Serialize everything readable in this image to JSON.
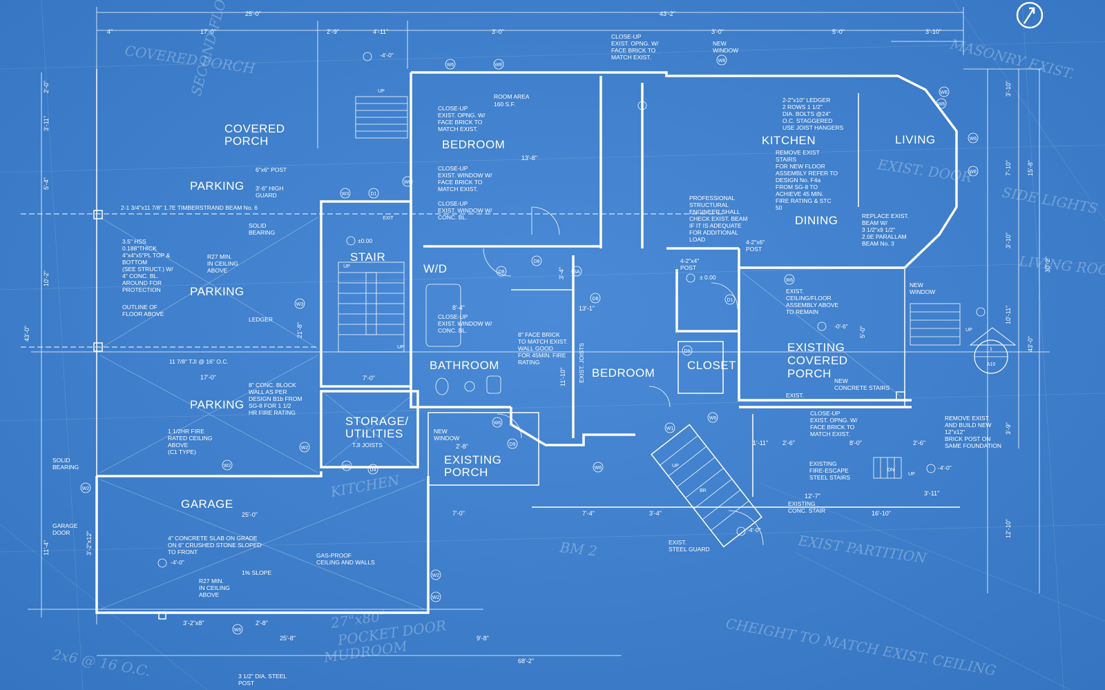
{
  "rooms": [
    {
      "id": "covered-porch",
      "label": "COVERED PORCH",
      "lines": [
        "COVERED",
        "PORCH"
      ]
    },
    {
      "id": "parking-1",
      "label": "PARKING"
    },
    {
      "id": "parking-2",
      "label": "PARKING"
    },
    {
      "id": "parking-3",
      "label": "PARKING"
    },
    {
      "id": "garage",
      "label": "GARAGE"
    },
    {
      "id": "stair",
      "label": "STAIR"
    },
    {
      "id": "storage",
      "label": "STORAGE/ UTILITIES",
      "lines": [
        "STORAGE/",
        "UTILITIES"
      ]
    },
    {
      "id": "bedroom-1",
      "label": "BEDROOM"
    },
    {
      "id": "bedroom-2",
      "label": "BEDROOM"
    },
    {
      "id": "wd",
      "label": "W/D"
    },
    {
      "id": "bathroom",
      "label": "BATHROOM"
    },
    {
      "id": "existing-porch",
      "label": "EXISTING PORCH",
      "lines": [
        "EXISTING",
        "PORCH"
      ]
    },
    {
      "id": "kitchen",
      "label": "KITCHEN"
    },
    {
      "id": "living",
      "label": "LIVING"
    },
    {
      "id": "dining",
      "label": "DINING"
    },
    {
      "id": "closet",
      "label": "CLOSET"
    },
    {
      "id": "existing-covered-porch",
      "label": "EXISTING COVERED PORCH",
      "lines": [
        "EXISTING",
        "COVERED",
        "PORCH"
      ]
    }
  ],
  "notes": {
    "room_area": [
      "ROOM AREA",
      "160 S.F."
    ],
    "close_up_1": [
      "CLOSE-UP",
      "EXIST. OPNG. W/",
      "FACE BRICK TO",
      "MATCH EXIST."
    ],
    "close_up_2": [
      "CLOSE-UP",
      "EXIST. WINDOW W/",
      "FACE BRICK TO",
      "MATCH EXIST."
    ],
    "close_up_3": [
      "CLOSE-UP",
      "EXIST. WINDOW W/",
      "CONC. BL."
    ],
    "close_up_4": [
      "CLOSE-UP",
      "EXIST. WINDOW W/",
      "CONC. BL."
    ],
    "close_up_top": [
      "CLOSE-UP",
      "EXIST. OPNG. W/",
      "FACE BRICK TO",
      "MATCH EXIST."
    ],
    "close_up_right": [
      "CLOSE-UP",
      "EXIST. OPNG. W/",
      "FACE BRICK TO",
      "MATCH EXIST."
    ],
    "ledger": [
      "2-2\"x10\" LEDGER",
      "2 ROWS 1 1/2\"",
      "DIA. BOLTS @24\"",
      "O.C. STAGGERED",
      "USE JOIST HANGERS"
    ],
    "remove_stairs": [
      "REMOVE EXIST",
      "STAIRS",
      "FOR NEW FLOOR",
      "ASSEMBLY REFER TO",
      "DESIGN No. F4a",
      "FROM SG-8 TO",
      "ACHIEVE 45 MIN.",
      "FIRE RATING & STC",
      "50"
    ],
    "engineer": [
      "PROFESSIONAL",
      "STRUCTURAL",
      "ENGINEER SHALL",
      "CHECK EXIST. BEAM",
      "IF IT IS ADEQUATE",
      "FOR ADDITIONAL",
      "LOAD"
    ],
    "replace_beam": [
      "REPLACE EXIST.",
      "BEAM W/",
      "3 1/2\"x9 1/2\"",
      "2.0E PARALLAM",
      "BEAM No. 3"
    ],
    "hss": [
      "3.5\" HSS",
      "0.188\"THICK",
      "4\"x4\"x5\"PL TOP &",
      "BOTTOM",
      "(SEE STRUCT.) W/",
      "4\" CONC. BL.",
      "AROUND FOR",
      "PROTECTION"
    ],
    "outline": [
      "OUTLINE OF",
      "FLOOR ABOVE"
    ],
    "r27_1": [
      "R27 MIN.",
      "IN CEILING",
      "ABOVE"
    ],
    "r27_2": [
      "R27 MIN.",
      "IN CEILING",
      "ABOVE"
    ],
    "post": [
      "6\"x6\" POST"
    ],
    "guard": [
      "3'-6\" HIGH",
      "GUARD"
    ],
    "solid_bearing_1": [
      "SOLID",
      "BEARING"
    ],
    "solid_bearing_2": [
      "SOLID",
      "BEARING"
    ],
    "ledger_label": [
      "LEDGER"
    ],
    "tji": [
      "11 7/8\" TJI @ 16\" O.C."
    ],
    "beam_6": [
      "2-1 3/4\"x11 7/8\" 1.7E TIMBERSTRAND BEAM No. 6"
    ],
    "conc_block": [
      "8\" CONC. BLOCK",
      "WALL AS PER",
      "DESIGN B1b FROM",
      "SG-8 FOR 1 1/2",
      "HR FIRE RATING"
    ],
    "fire_ceiling": [
      "1 1/2HR FIRE",
      "RATED CEILING",
      "ABOVE",
      "(C1 TYPE)"
    ],
    "garage_door": [
      "GARAGE",
      "DOOR"
    ],
    "slab": [
      "4\" CONCRETE SLAB ON GRADE",
      "ON 6\" CRUSHED STONE SLOPED",
      "TO FRONT"
    ],
    "gas_proof": [
      "GAS-PROOF",
      "CEILING AND WALLS"
    ],
    "slope": [
      "1% SLOPE"
    ],
    "face_brick": [
      "8\" FACE BRICK",
      "TO MATCH EXIST.",
      "WALL GOOD",
      "FOR 45MIN. FIRE",
      "RATING"
    ],
    "ceiling_floor": [
      "EXIST.",
      "CEILING/FLOOR",
      "ASSEMBLY ABOVE",
      "TO REMAIN"
    ],
    "new_stairs": [
      "NEW",
      "CONCRETE STAIRS"
    ],
    "remove_build": [
      "REMOVE EXIST.",
      "AND BUILD NEW",
      "12\"x12\"",
      "BRICK POST ON",
      "SAME FOUNDATION"
    ],
    "fire_escape": [
      "EXISTING",
      "FIRE-ESCAPE",
      "STEEL STAIRS"
    ],
    "conc_stair": [
      "EXISTING",
      "CONC. STAIR"
    ],
    "steel_guard": [
      "EXIST.",
      "STEEL GUARD"
    ],
    "steel_post": [
      "3 1/2\" DIA. STEEL",
      "POST"
    ],
    "post_4x6": [
      "4-2\"x6\"",
      "POST"
    ],
    "post_4x4": [
      "4-2\"x4\"",
      "POST"
    ],
    "new_window_1": [
      "NEW",
      "WINDOW"
    ],
    "new_window_2": [
      "NEW",
      "WINDOW"
    ],
    "new_window_3": [
      "NEW",
      "WINDOW"
    ],
    "joists": [
      "EXIST. JOISTS"
    ],
    "tji_joists": [
      "TJI JOISTS"
    ],
    "elev_1": [
      "±0.00"
    ],
    "elev_2": [
      "± 0.00"
    ],
    "elev_3": [
      "-4'-0\""
    ],
    "elev_4": [
      "-0'-6\""
    ],
    "elev_5": [
      "-4'-0\""
    ],
    "elev_6": [
      "-4'-0\""
    ],
    "elev_7": [
      "-4'-0\""
    ],
    "exist": [
      "EXIST."
    ]
  },
  "dimensions": {
    "top_1": "25'-0\"",
    "top_2": "43'-2\"",
    "top_3": "17'-0\"",
    "top_4": "2'-9\"",
    "top_5": "4'-11\"",
    "top_6": "3'-0\"",
    "top_7": "3'-0\"",
    "top_8": "5'-0\"",
    "top_9": "3'-10\"",
    "top_10": "4\"",
    "kitchen_1": "13'-8\"",
    "mid_1": "17'-0\"",
    "mid_2": "25'-0\"",
    "mid_3": "21'-8\"",
    "mid_4": "10'-2\"",
    "mid_5": "43'-0\"",
    "mid_6": "3'-11\"",
    "mid_7": "5'-4\"",
    "mid_8": "2'-0\"",
    "mid_9": "11'-4\"",
    "mid_10": "3'-2\"x12\"",
    "mid_11": "3'-4\"",
    "mid_12": "7'-0\"",
    "mid_13": "8'-4\"",
    "mid_14": "13'-1\"",
    "mid_15": "11'-10\"",
    "mid_16": "7'-0\"",
    "mid_17": "7'-4\"",
    "mid_18": "3'-4\"",
    "mid_19": "12'-7\"",
    "mid_20": "16'-10\"",
    "mid_21": "1'-11\"",
    "mid_22": "2'-6\"",
    "mid_23": "8'-0\"",
    "mid_24": "2'-6\"",
    "mid_25": "2'-8\"",
    "bottom_1": "3'-2\"x8\"",
    "bottom_2": "2'-8\"",
    "bottom_3": "25'-8\"",
    "bottom_4": "9'-8\"",
    "bottom_5": "68'-2\"",
    "right_1": "3'-10\"",
    "right_2": "15'-8\"",
    "right_3": "7'-10\"",
    "right_4": "3'-10\"",
    "right_5": "10'-11\"",
    "right_6": "30'-2\"",
    "right_7": "43'-0\"",
    "right_8": "3'-9\"",
    "right_9": "12'-10\"",
    "right_10": "5'-0\"",
    "right_11": "3'-11\""
  },
  "tags": {
    "w3": "W3",
    "w6": "W6",
    "w1": "W1",
    "w2": "W2",
    "we": "WE",
    "wb": "W8",
    "d1": "D1",
    "d4": "D4",
    "d8": "D8",
    "d9": "D9",
    "sa": "SA",
    "a10": "A10",
    "one": "1",
    "up": "UP",
    "exit": "EXIT",
    "dn": "DN",
    "br": "BR"
  },
  "handwriting": {
    "h1": "COVERED PORCH",
    "h2": "SECOND FLOOR JOISTS",
    "h3": "EXIST. DOOR",
    "h4": "SIDE LIGHTS",
    "h5": "LIVING ROOM",
    "h6": "BM 2",
    "h7": "MUDROOM",
    "h8": "POCKET DOOR",
    "h9": "CHEIGHT TO MATCH EXIST. CEILING",
    "h10": "EXIST PARTITION",
    "h11": "2x6 @ 16 O.C.",
    "h12": "MASONRY EXIST.",
    "h13": "KITCHEN",
    "h14": "27\"x80\""
  },
  "colors": {
    "background": "#3f7fc9",
    "ink": "#ffffff"
  }
}
